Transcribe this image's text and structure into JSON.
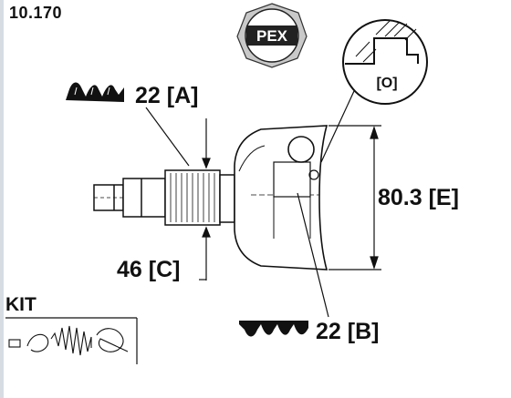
{
  "header": {
    "part_number": "10.170"
  },
  "brand": {
    "logo_text": "PEX"
  },
  "dimensions": {
    "a": "22 [A]",
    "b": "22 [B]",
    "c": "46 [C]",
    "e": "80.3 [E]",
    "o": "[O]"
  },
  "kit": {
    "title": "KIT"
  },
  "colors": {
    "line": "#111111",
    "background": "#ffffff",
    "left_band": "#d7dce3"
  }
}
